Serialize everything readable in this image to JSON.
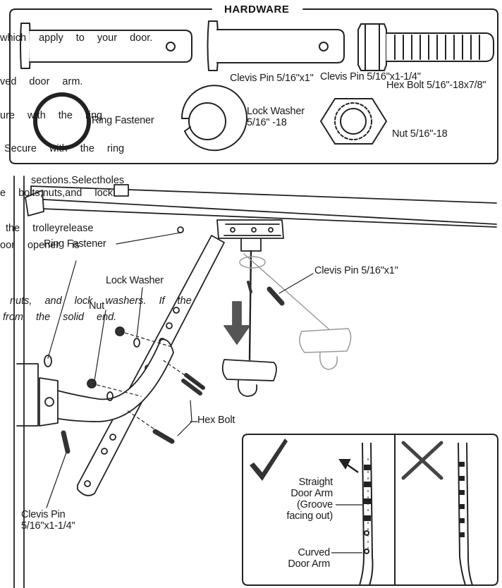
{
  "hardware": {
    "title": "HARDWARE",
    "items": [
      {
        "label": "Clevis Pin 5/16\"x1\""
      },
      {
        "label": "Clevis Pin 5/16\"x1-1/4\""
      },
      {
        "label": "Hex Bolt 5/16\"-18x7/8\""
      },
      {
        "label": "Ring Fastener"
      },
      {
        "label": "Lock Washer\n5/16\" -18"
      },
      {
        "label": "Nut 5/16\"-18"
      }
    ]
  },
  "overlay_text": {
    "line1": [
      "which",
      "apply",
      "to",
      "your",
      "door."
    ],
    "line2": [
      "ved",
      "door",
      "arm."
    ],
    "line3": [
      "ure",
      "with",
      "the",
      "ring"
    ],
    "line4": [
      "Secure",
      "with",
      "the",
      "ring"
    ],
    "line5": "sections.Selectholes",
    "line6": [
      "e",
      "bolts,nuts,and",
      "lock"
    ],
    "line7": [
      "the",
      "trolleyrelease"
    ],
    "line8": [
      "oor",
      "opener",
      "is"
    ],
    "line9": [
      "nuts,",
      "and",
      "lock",
      "washers.",
      "If",
      "the"
    ],
    "line10": [
      "from",
      "the",
      "solid",
      "end."
    ]
  },
  "callouts": {
    "ring_fastener": "Ring Fastener",
    "lock_washer": "Lock Washer",
    "nut": "Nut",
    "clevis_pin_1": "Clevis Pin 5/16\"x1\"",
    "hex_bolt": "Hex Bolt",
    "clevis_pin_2": "Clevis Pin\n5/16\"x1-1/4\""
  },
  "inset": {
    "correct_mark": "check-mark",
    "wrong_mark": "x-mark",
    "straight_arm": "Straight\nDoor Arm\n(Groove\nfacing out)",
    "curved_arm": "Curved\nDoor Arm"
  }
}
